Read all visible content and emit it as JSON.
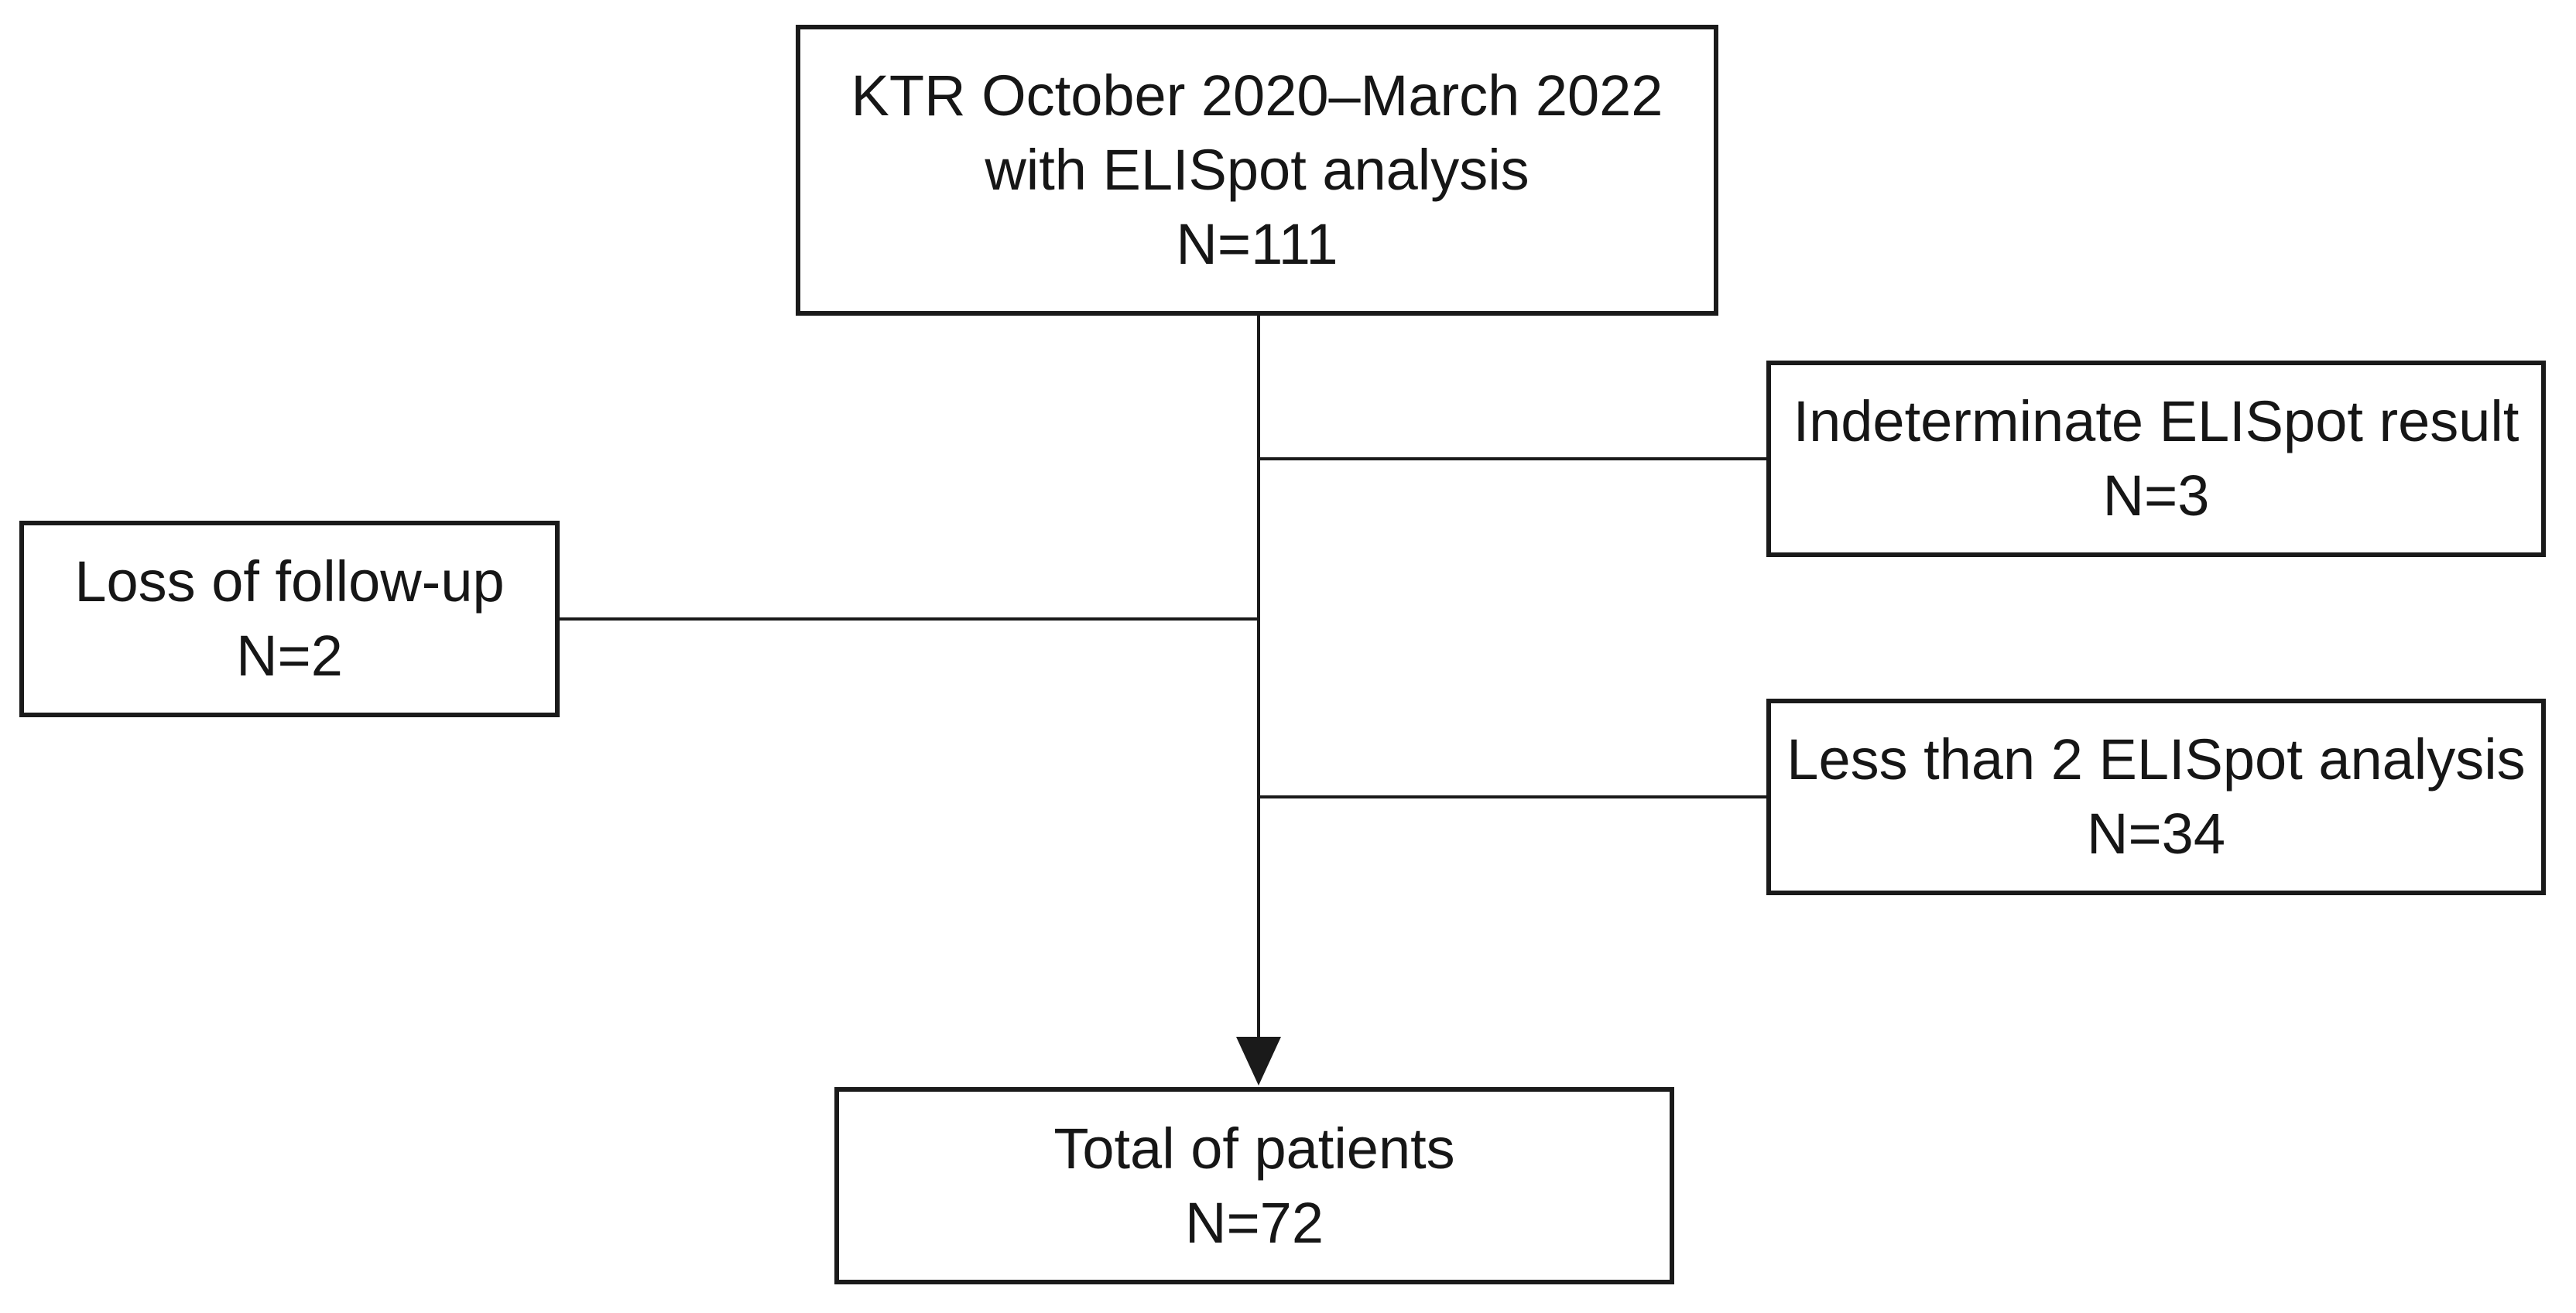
{
  "figure": {
    "background_color": "#ffffff",
    "stroke_color": "#1a1a1a",
    "text_color": "#161616",
    "nodes": {
      "population": {
        "line1": "KTR October 2020–March 2022",
        "line2": "with ELISpot analysis",
        "n": "N=111"
      },
      "indeterminate": {
        "line1": "Indeterminate ELISpot result",
        "n": "N=3"
      },
      "loss_followup": {
        "line1": "Loss of follow-up",
        "n": "N=2"
      },
      "less_than_two": {
        "line1": "Less than 2 ELISpot analysis",
        "n": "N=34"
      },
      "total": {
        "line1": "Total of patients",
        "n": "N=72"
      }
    }
  }
}
